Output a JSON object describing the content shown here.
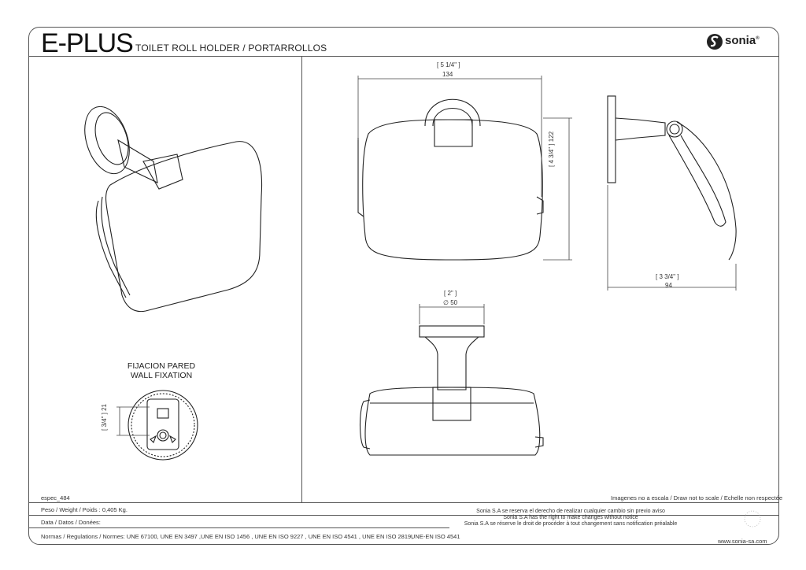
{
  "header": {
    "model": "E-PLUS",
    "product": "TOILET ROLL HOLDER / PORTARROLLOS",
    "brand": "sonia",
    "brand_mark": "®"
  },
  "wall_fixation": {
    "title_line1": "FIJACION PARED",
    "title_line2": "WALL FIXATION",
    "dim_inch": "3/4\"",
    "dim_mm": "21"
  },
  "dimensions": {
    "width_inch": "5 1/4\"",
    "width_mm": "134",
    "height_inch": "4 3/4\"",
    "height_mm": "122",
    "depth_inch": "3 3/4\"",
    "depth_mm": "94",
    "diameter_inch": "2\"",
    "diameter_mm": "∅ 50"
  },
  "footer": {
    "spec_code": "espec_484",
    "scale_note": "Imagenes no a escala / Draw not to scale / Echelle non respectée",
    "weight": "Peso / Weight / Poids : 0,405 Kg.",
    "data": "Data / Datos / Donées:",
    "norms": "Normas / Regulations / Normes: UNE 67100, UNE  EN 3497 ,UNE EN ISO 1456 , UNE EN ISO 9227 , UNE EN ISO 4541 , UNE EN ISO 2819,",
    "iso": "UNE-EN ISO 4541",
    "notice_es": "Sonia S.A se reserva el derecho de realizar cualquier cambio sin previo aviso",
    "notice_en": "Sonia S.A has the right to make changes without notice",
    "notice_fr": "Sonia S.A se réserve le droit de procéder à tout changement sans notification préalable",
    "website": "www.sonia-sa.com"
  }
}
